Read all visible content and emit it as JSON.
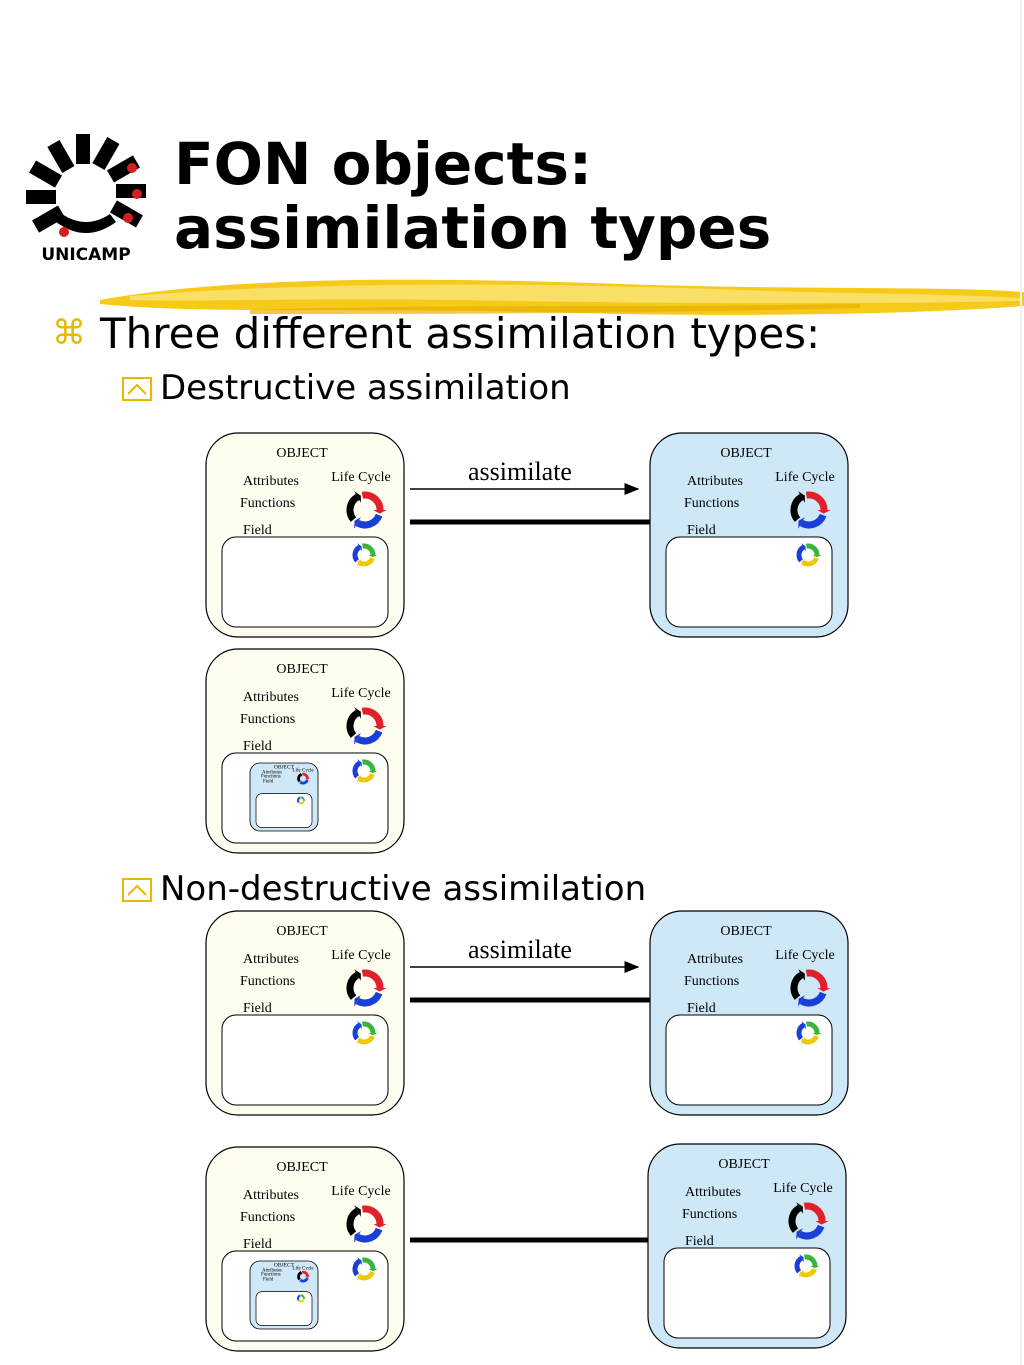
{
  "logo": {
    "text": "UNICAMP",
    "icon": "unicamp-logo-icon"
  },
  "title": {
    "line1": "FON objects:",
    "line2": "assimilation types"
  },
  "bullets": {
    "main": "Three different assimilation types:",
    "main_icon": "command-key-icon",
    "sub1": "Destructive assimilation",
    "sub2": "Non-destructive assimilation",
    "sub_icon": "caret-box-icon"
  },
  "object_box": {
    "object": "OBJECT",
    "attributes": "Attributes",
    "functions": "Functions",
    "field": "Field",
    "life_cycle": "Life Cycle"
  },
  "arrow_label": "assimilate",
  "colors": {
    "cream_fill": "#fffdf0",
    "blue_fill": "#cfe8f7",
    "bullet_accent": "#e6b800",
    "brush_yellow": "#f5c400",
    "cycle_red": "#e0202a",
    "cycle_blue": "#1a3ed8",
    "cycle_black": "#000000",
    "ring_yellow": "#f0c800",
    "ring_green": "#3cb43c",
    "ring_blue": "#1a3ed8"
  }
}
